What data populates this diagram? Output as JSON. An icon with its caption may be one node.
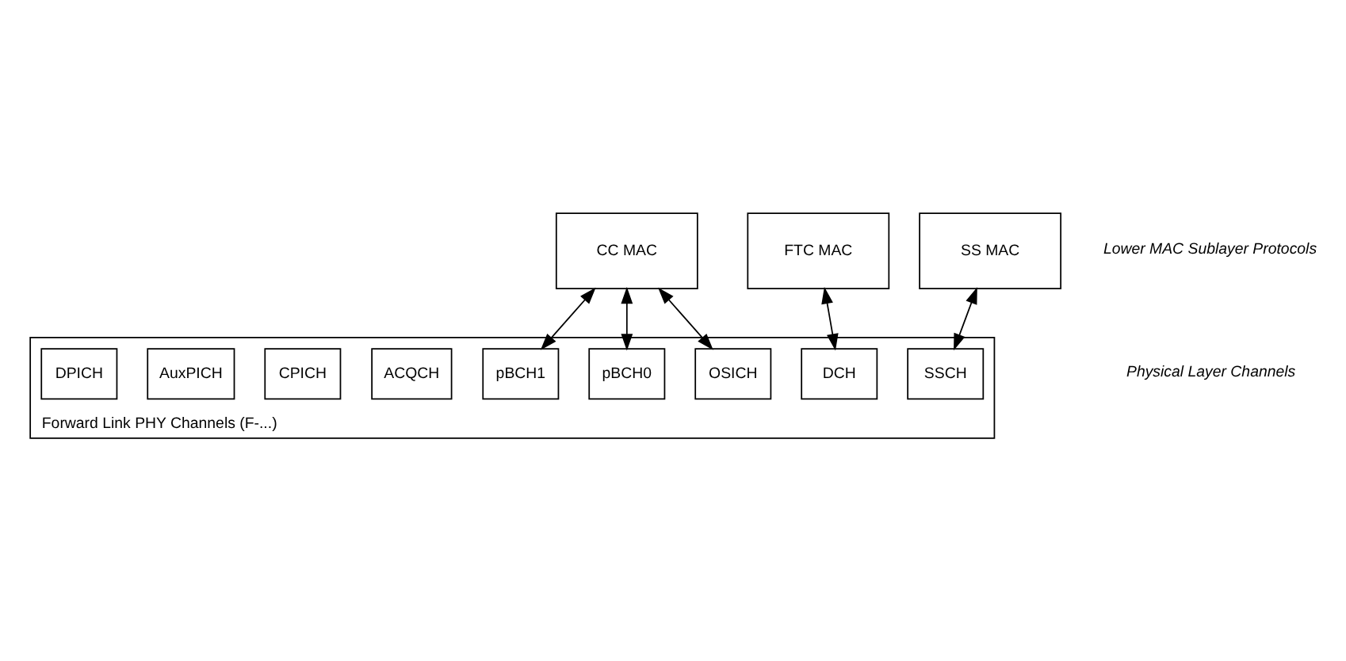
{
  "diagram": {
    "nodes": [
      {
        "text": [
          "CC MAC"
        ]
      },
      {
        "text": [
          "FTC MAC"
        ]
      },
      {
        "text": [
          "SS MAC"
        ]
      },
      {
        "text": [
          "Forward Link PHY Channels (F-...)"
        ]
      },
      {
        "text": [
          "pBCH0"
        ],
        "in": 3
      },
      {
        "text": [
          "pBCH1"
        ],
        "in": 3
      },
      {
        "text": [
          "DCH"
        ],
        "in": 3
      },
      {
        "text": [
          "SSCH"
        ],
        "in": 3
      },
      {
        "text": [
          "OSICH"
        ],
        "in": 3
      },
      {
        "text": [
          "ACQCH"
        ],
        "in": 3
      },
      {
        "text": [
          "CPICH"
        ],
        "in": 3
      },
      {
        "text": [
          "AuxPICH"
        ],
        "in": 3
      },
      {
        "text": [
          "DPICH"
        ],
        "in": 3
      }
    ],
    "edges": [
      {
        "from": 0,
        "to": 4,
        "arrow": "both"
      },
      {
        "from": 0,
        "to": 8,
        "arrow": "both"
      },
      {
        "from": 0,
        "to": 5,
        "arrow": "both"
      },
      {
        "from": 1,
        "to": 6,
        "arrow": "both"
      },
      {
        "from": 2,
        "to": 7,
        "arrow": "both"
      }
    ],
    "labels": [
      "Lower MAC Sublayer Protocols",
      "Physical Layer Channels"
    ]
  }
}
